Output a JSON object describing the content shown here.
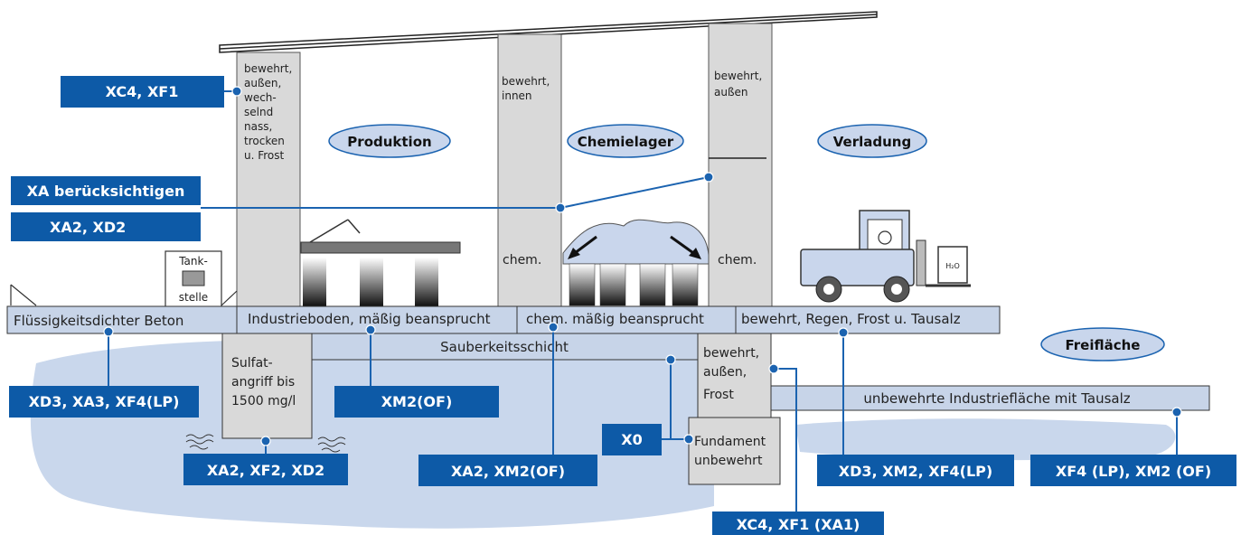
{
  "colors": {
    "tag_blue": "#0d5aa7",
    "line_blue": "#1b63b0",
    "light_blue": "#c7d4e8",
    "ground_blue": "#c9d7ec",
    "column_grey": "#d9d9d9",
    "ellipse_fill": "#c9d6ec"
  },
  "zones": {
    "produktion": "Produktion",
    "chemielager": "Chemielager",
    "verladung": "Verladung",
    "freiflaeche": "Freifläche"
  },
  "columns": {
    "left": [
      "bewehrt,",
      "außen,",
      "wech-",
      "selnd",
      "nass,",
      "trocken",
      "u. Frost"
    ],
    "middle": [
      "bewehrt,",
      "innen"
    ],
    "right": [
      "bewehrt,",
      "außen"
    ],
    "chem_left": "chem.",
    "chem_right": "chem."
  },
  "tank": [
    "Tank-",
    "stelle"
  ],
  "slabs": {
    "s1": "Flüssigkeitsdichter Beton",
    "s2": "Industrieboden, mäßig beansprucht",
    "s3": "chem. mäßig beansprucht",
    "s4": "bewehrt, Regen, Frost u. Tausalz",
    "sauberkeit": "Sauberkeitsschicht",
    "industrieflaeche": "unbewehrte Industriefläche mit Tausalz"
  },
  "sulfat": [
    "Sulfat-",
    "angriff bis",
    "1500 mg/l"
  ],
  "pier": [
    "bewehrt,",
    "außen,",
    "Frost"
  ],
  "fundament": [
    "Fundament",
    "unbewehrt"
  ],
  "h2o": "H₂O",
  "tags": {
    "xc4_xf1": "XC4, XF1",
    "xa_beruecksichtigen": "XA berücksichtigen",
    "xa2_xd2": "XA2, XD2",
    "xd3_xa3_xf4": "XD3, XA3, XF4(LP)",
    "xm2_of": "XM2(OF)",
    "xa2_xf2_xd2": "XA2, XF2, XD2",
    "xa2_xm2_of": "XA2, XM2(OF)",
    "x0": "X0",
    "xd3_xm2_xf4": "XD3, XM2, XF4(LP)",
    "xf4_xm2_of": "XF4 (LP), XM2 (OF)",
    "xc4_xf1_xa1": "XC4, XF1 (XA1)"
  }
}
